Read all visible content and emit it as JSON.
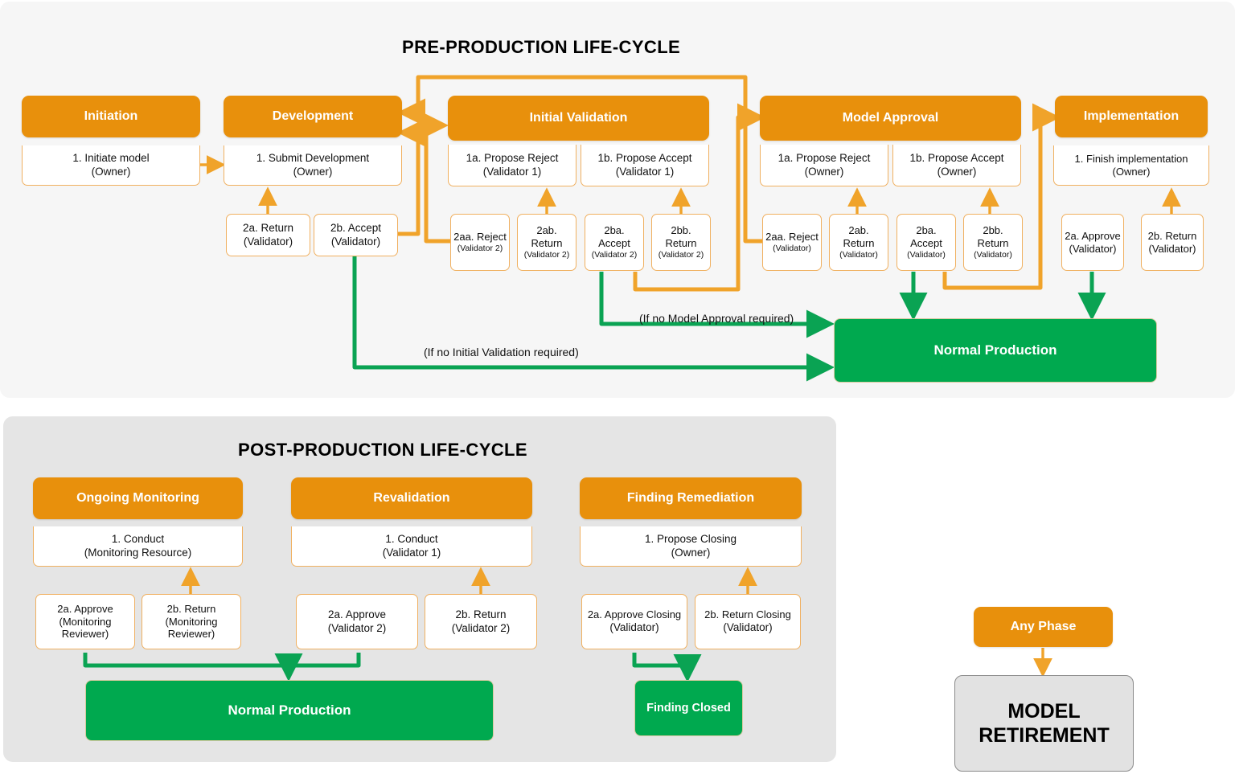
{
  "diagram": {
    "title_pre": "PRE-PRODUCTION LIFE-CYCLE",
    "title_post": "POST-PRODUCTION LIFE-CYCLE",
    "colors": {
      "orange": "#E8900C",
      "orange_line": "#F0A32A",
      "green": "#00A94F",
      "green_line": "#0AA353",
      "pre_panel_bg": "#F6F6F6",
      "post_panel_bg": "#E5E5E5",
      "retirement_bg": "#E2E2E2"
    }
  },
  "pre_production": {
    "phases": [
      {
        "name": "Initiation",
        "steps": [
          {
            "label": "1. Initiate model",
            "actor": "(Owner)"
          }
        ],
        "substeps": []
      },
      {
        "name": "Development",
        "steps": [
          {
            "label": "1. Submit Development",
            "actor": "(Owner)"
          }
        ],
        "substeps": [
          {
            "label": "2a. Return",
            "actor": "(Validator)"
          },
          {
            "label": "2b. Accept",
            "actor": "(Validator)"
          }
        ]
      },
      {
        "name": "Initial Validation",
        "steps": [
          {
            "label": "1a. Propose Reject",
            "actor": "(Validator 1)"
          },
          {
            "label": "1b. Propose Accept",
            "actor": "(Validator 1)"
          }
        ],
        "substeps": [
          {
            "label": "2aa. Reject",
            "actor": "(Validator 2)"
          },
          {
            "label": "2ab. Return",
            "actor": "(Validator 2)"
          },
          {
            "label": "2ba. Accept",
            "actor": "(Validator 2)"
          },
          {
            "label": "2bb. Return",
            "actor": "(Validator 2)"
          }
        ]
      },
      {
        "name": "Model Approval",
        "steps": [
          {
            "label": "1a. Propose Reject",
            "actor": "(Owner)"
          },
          {
            "label": "1b. Propose Accept",
            "actor": "(Owner)"
          }
        ],
        "substeps": [
          {
            "label": "2aa. Reject",
            "actor": "(Validator)"
          },
          {
            "label": "2ab. Return",
            "actor": "(Validator)"
          },
          {
            "label": "2ba. Accept",
            "actor": "(Validator)"
          },
          {
            "label": "2bb. Return",
            "actor": "(Validator)"
          }
        ]
      },
      {
        "name": "Implementation",
        "steps": [
          {
            "label": "1. Finish implementation",
            "actor": "(Owner)"
          }
        ],
        "substeps": [
          {
            "label": "2a. Approve",
            "actor": "(Validator)"
          },
          {
            "label": "2b. Return",
            "actor": "(Validator)"
          }
        ]
      }
    ],
    "terminal": "Normal Production",
    "edge_labels": [
      "(If no Model Approval required)",
      "(If no Initial Validation required)"
    ]
  },
  "post_production": {
    "phases": [
      {
        "name": "Ongoing Monitoring",
        "steps": [
          {
            "label": "1. Conduct",
            "actor": "(Monitoring Resource)"
          }
        ],
        "substeps": [
          {
            "label": "2a. Approve",
            "actor": "(Monitoring Reviewer)"
          },
          {
            "label": "2b. Return",
            "actor": "(Monitoring Reviewer)"
          }
        ]
      },
      {
        "name": "Revalidation",
        "steps": [
          {
            "label": "1. Conduct",
            "actor": "(Validator 1)"
          }
        ],
        "substeps": [
          {
            "label": "2a. Approve",
            "actor": "(Validator 2)"
          },
          {
            "label": "2b. Return",
            "actor": "(Validator 2)"
          }
        ]
      },
      {
        "name": "Finding Remediation",
        "steps": [
          {
            "label": "1. Propose Closing",
            "actor": "(Owner)"
          }
        ],
        "substeps": [
          {
            "label": "2a. Approve Closing",
            "actor": "(Validator)"
          },
          {
            "label": "2b. Return Closing",
            "actor": "(Validator)"
          }
        ]
      }
    ],
    "terminals": [
      "Normal Production",
      "Finding Closed"
    ]
  },
  "retirement": {
    "trigger": "Any Phase",
    "state": "MODEL RETIREMENT"
  }
}
